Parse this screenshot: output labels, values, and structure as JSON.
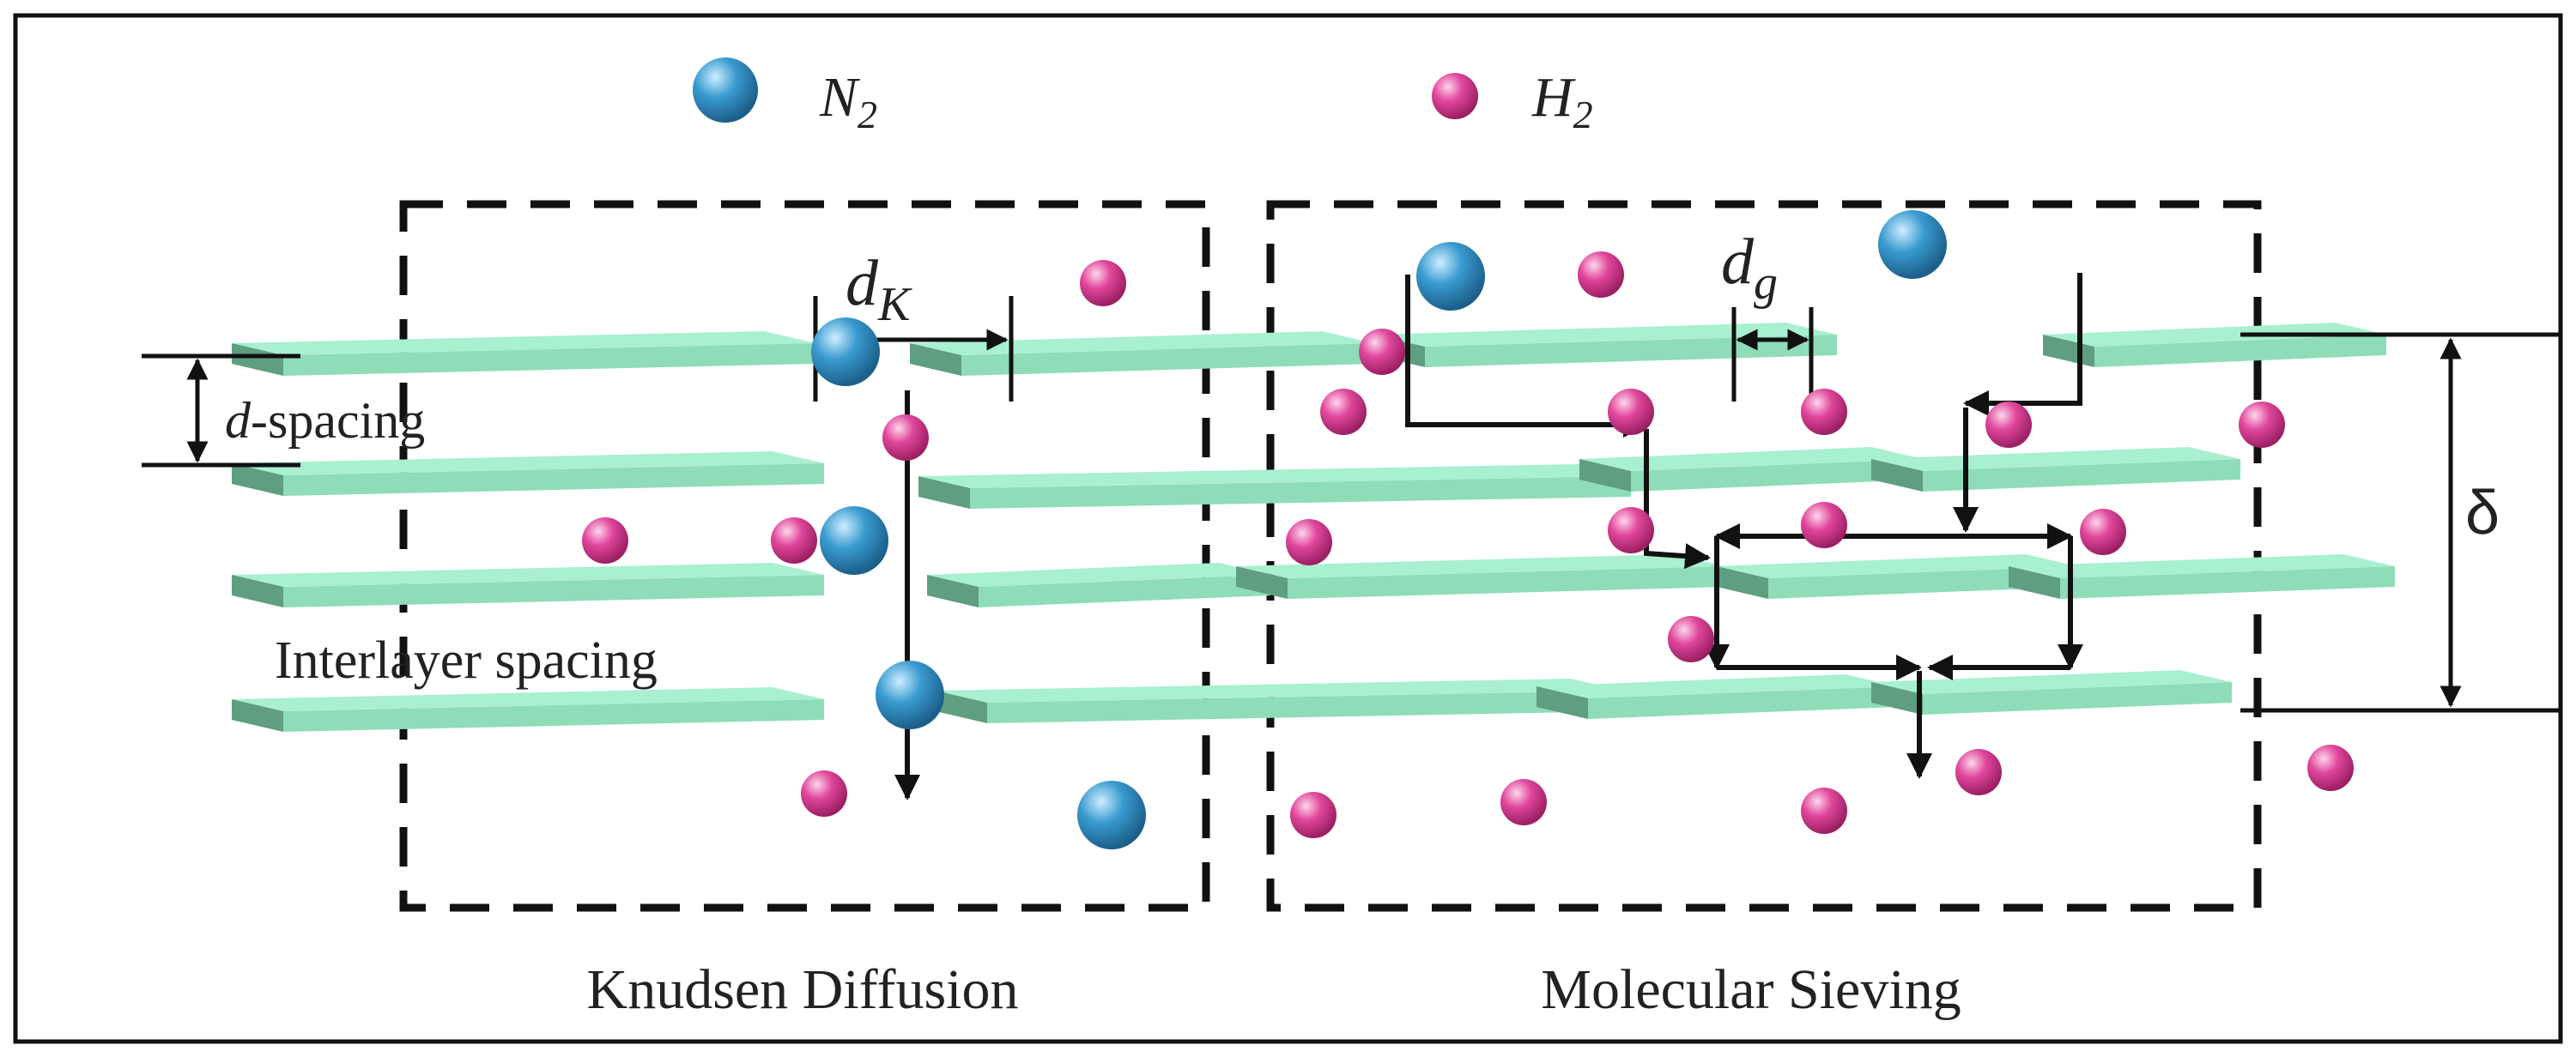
{
  "legend": {
    "n2_symbol": "N",
    "n2_subscript": "2",
    "h2_symbol": "H",
    "h2_subscript": "2"
  },
  "labels": {
    "d_spacing_italic": "d",
    "d_spacing_rest": "-spacing",
    "interlayer_spacing": "Interlayer spacing",
    "dk_symbol": "d",
    "dk_subscript": "K",
    "dg_symbol": "d",
    "dg_subscript": "g",
    "delta": "δ"
  },
  "regions": {
    "knudsen": "Knudsen Diffusion",
    "molecular_sieving": "Molecular Sieving"
  },
  "colors": {
    "n2_molecule": "#3a9bd0",
    "h2_molecule": "#e0479b",
    "sheet_top": "#a8f0d0",
    "sheet_side": "#5f9e80",
    "line": "#111111"
  }
}
